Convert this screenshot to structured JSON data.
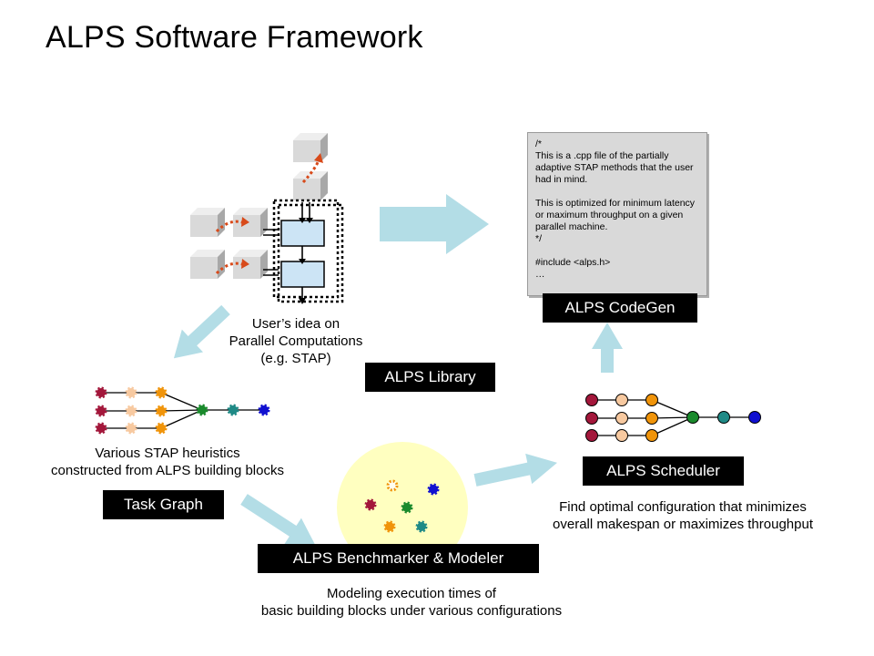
{
  "title": "ALPS Software Framework",
  "code_box": {
    "text": "/*\nThis is a .cpp file of the partially adaptive STAP methods that the user had in mind.\n\nThis is optimized for minimum latency or maximum throughput on a given parallel machine.\n*/\n\n#include <alps.h>\n…"
  },
  "labels": {
    "codegen": "ALPS CodeGen",
    "library": "ALPS Library",
    "scheduler": "ALPS Scheduler",
    "task_graph": "Task Graph",
    "benchmarker": "ALPS Benchmarker & Modeler"
  },
  "captions": {
    "user_idea": [
      "User’s idea on",
      "Parallel Computations",
      "(e.g. STAP)"
    ],
    "heuristics": [
      "Various STAP heuristics",
      "constructed from ALPS building blocks"
    ],
    "scheduler": [
      "Find optimal configuration that minimizes",
      "overall makespan or maximizes throughput"
    ],
    "modeling": [
      "Modeling execution times of",
      "basic building blocks under various configurations"
    ]
  },
  "colors": {
    "arrow": "#b3dde6",
    "crimson": "#a3173b",
    "peach": "#f7c9a0",
    "orange": "#f0940a",
    "green": "#1a8a2c",
    "teal": "#1f8a86",
    "blue": "#1010d0",
    "yellow_bg": "#ffffc0",
    "block_fill": "#cce4f5",
    "cube_light": "#dcdcdc",
    "cube_dark": "#9a9a9a",
    "red_arrow": "#d84a1a"
  }
}
